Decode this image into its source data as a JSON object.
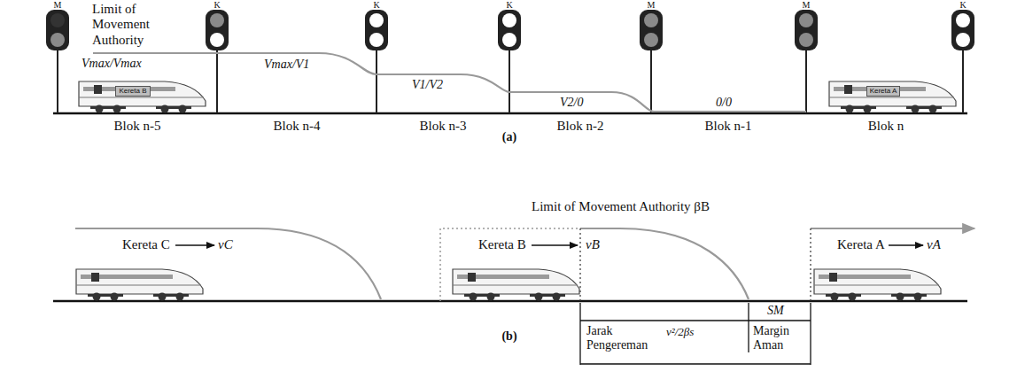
{
  "diagram": {
    "nodes": [
      {
        "text": [
          "Kereta B"
        ]
      },
      {
        "text": [
          "Kereta A"
        ]
      }
    ],
    "labels": [
      "M",
      "K",
      "K",
      "K",
      "M",
      "M",
      "K",
      "Limit of Movement Authority",
      "Vmax/Vmax",
      "Vmax/V1",
      "V1/V2",
      "V2/0",
      "0/0",
      "Blok n-5",
      "Blok n-4",
      "Blok n-3",
      "Blok n-2",
      "Blok n-1",
      "Blok n",
      "(a)",
      "Limit of Movement Authority βB",
      "Kereta C",
      "vC",
      "Kereta B",
      "vB",
      "Kereta A",
      "vA",
      "SM",
      "Jarak Pengereman",
      "v²/2βs",
      "Margin Aman",
      "(b)"
    ]
  }
}
